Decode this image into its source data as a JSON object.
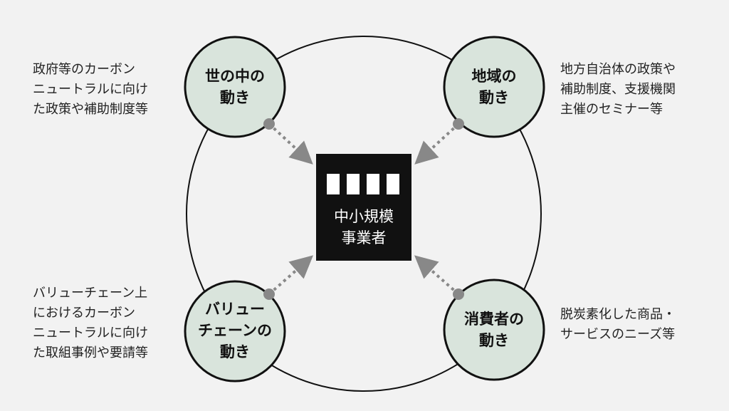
{
  "colors": {
    "background": "#f2f2f2",
    "node_fill": "#d9e4dc",
    "node_stroke": "#111111",
    "center_fill": "#111111",
    "arrow": "#888888"
  },
  "center": {
    "lines": [
      "中小規模",
      "事業者"
    ]
  },
  "nodes": [
    {
      "id": "society",
      "lines": [
        "世の中の",
        "動き"
      ]
    },
    {
      "id": "region",
      "lines": [
        "地域の",
        "動き"
      ]
    },
    {
      "id": "value-chain",
      "lines": [
        "バリュー",
        "チェーンの",
        "動き"
      ]
    },
    {
      "id": "consumer",
      "lines": [
        "消費者の",
        "動き"
      ]
    }
  ],
  "descriptions": {
    "society": [
      "政府等のカーボン",
      "ニュートラルに向け",
      "た政策や補助制度等"
    ],
    "region": [
      "地方自治体の政策や",
      "補助制度、支援機関",
      "主催のセミナー等"
    ],
    "value-chain": [
      "バリューチェーン上",
      "におけるカーボン",
      "ニュートラルに向け",
      "た取組事例や要請等"
    ],
    "consumer": [
      "脱炭素化した商品・",
      "サービスのニーズ等"
    ]
  }
}
